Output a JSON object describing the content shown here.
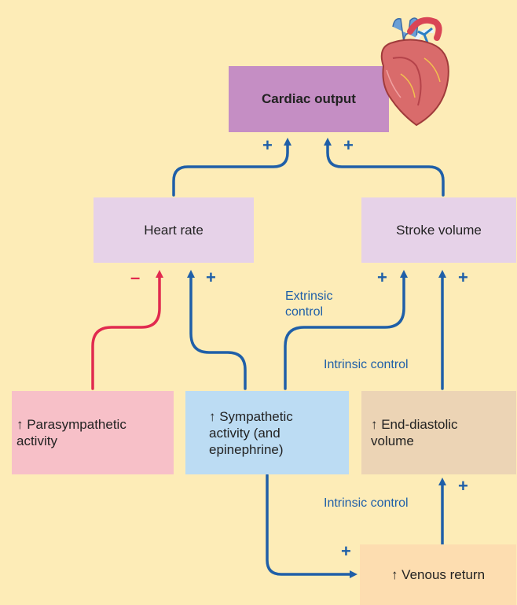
{
  "boxes": {
    "cardiac_output": "Cardiac output",
    "heart_rate": "Heart rate",
    "stroke_volume": "Stroke volume",
    "parasympathetic": "↑ Parasympathetic activity",
    "sympathetic": "↑ Sympathetic activity (and epinephrine)",
    "edv": "↑  End-diastolic volume",
    "venous_return": "↑ Venous return"
  },
  "labels": {
    "extrinsic": "Extrinsic control",
    "intrinsic_upper": "Intrinsic control",
    "intrinsic_lower": "Intrinsic control"
  },
  "signs": {
    "plus": "+",
    "minus": "–"
  },
  "colors": {
    "background": "#fdecb7",
    "stimulate": "#1f5fa8",
    "inhibit": "#e12a4f",
    "cardiac_box": "#c58ec4",
    "effect_box": "#e6d2e8",
    "parasympathetic_box": "#f7c0c8",
    "sympathetic_box": "#bcdcf3",
    "edv_box": "#ecd4b5",
    "venous_box": "#fdddb0"
  },
  "icons": [
    "heart-icon"
  ]
}
